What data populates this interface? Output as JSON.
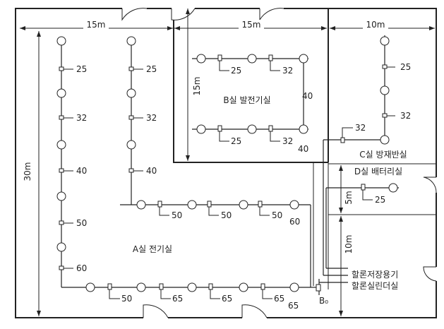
{
  "dimensions": {
    "a_width": "15m",
    "b_width": "15m",
    "c_width": "10m",
    "a_height": "30m",
    "b_height": "15m",
    "d_height": "5m",
    "lower_right_height": "10m"
  },
  "rooms": {
    "a": "A실 전기실",
    "b": "B실 발전기실",
    "c": "C실 방재반실",
    "d": "D실 배터리실"
  },
  "storage": {
    "line1": "할론저장용기",
    "line2": "할론실린더실"
  },
  "pipe_labels": {
    "a_col1": [
      "25",
      "32",
      "40",
      "50",
      "60"
    ],
    "a_col2": [
      "25",
      "32",
      "40"
    ],
    "a_mid": [
      "50",
      "50",
      "50",
      "60"
    ],
    "a_bottom": [
      "50",
      "65",
      "65",
      "65",
      "65"
    ],
    "b_top": [
      "25",
      "32"
    ],
    "b_bottom": [
      "25",
      "32",
      "40"
    ],
    "b_side": "40",
    "c": [
      "25",
      "32",
      "32"
    ],
    "d": "25",
    "valve": "B₀"
  }
}
